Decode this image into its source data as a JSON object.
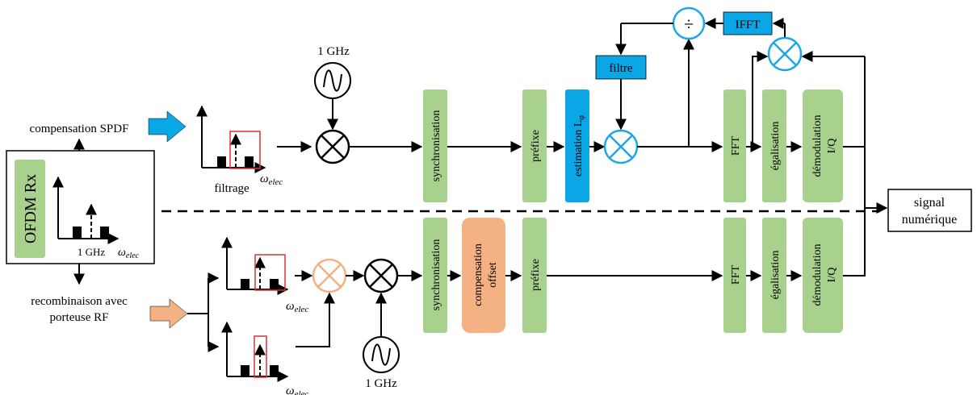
{
  "colors": {
    "green": "#A9D18E",
    "blue": "#0BA6E6",
    "orange": "#F4B183",
    "blue_outline": "#1EA7E8",
    "orange_outline": "#F4B183",
    "red": "#E03131"
  },
  "left": {
    "ofdm_rx": "OFDM Rx",
    "rx_freq": "1 GHz",
    "omega": "ω",
    "omega_sub": "elec",
    "top_label": "compensation SPDF",
    "bottom_label_line1": "recombinaison avec",
    "bottom_label_line2": "porteuse RF"
  },
  "top_path": {
    "filter_label": "filtrage",
    "lo_freq": "1 GHz",
    "sync": "synchronisation",
    "prefix": "préfixe",
    "estimation": "estimation L",
    "estimation_sub": "φ",
    "filtre": "filtre",
    "divide_symbol": "÷",
    "ifft": "IFFT",
    "fft": "FFT",
    "equalization": "égalisation",
    "demod_line1": "démodulation",
    "demod_line2": "I/Q"
  },
  "bottom_path": {
    "lo_freq": "1 GHz",
    "sync": "synchronisation",
    "comp_line1": "compensation",
    "comp_line2": "offset",
    "prefix": "préfixe",
    "fft": "FFT",
    "equalization": "égalisation",
    "demod_line1": "démodulation",
    "demod_line2": "I/Q"
  },
  "output": {
    "line1": "signal",
    "line2": "numérique"
  }
}
